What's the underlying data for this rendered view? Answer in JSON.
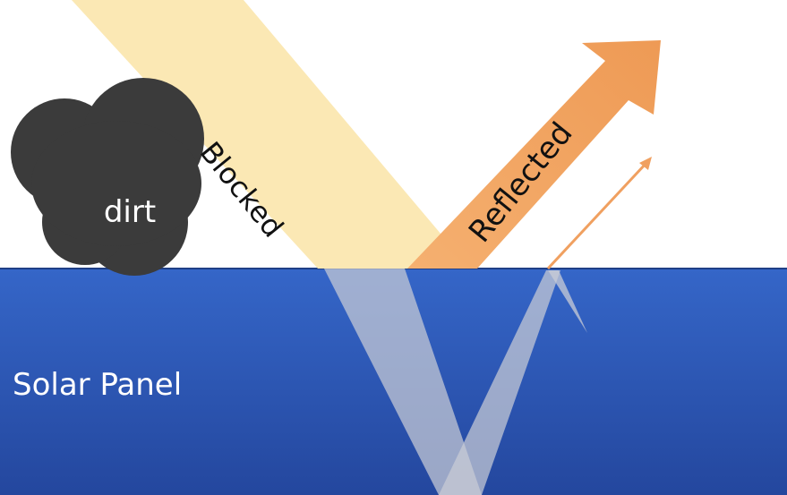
{
  "labels": {
    "dirt": "dirt",
    "blocked": "Blocked",
    "reflected": "Reflected",
    "solar_panel": "Solar Panel"
  },
  "colors": {
    "background": "#ffffff",
    "panel_top": "#3566c8",
    "panel_bottom": "#24479e",
    "sun_beam": "#fbe8b4",
    "reflected_arrow": "#f0a060",
    "dirt": "#3b3b3b",
    "refraction": "#c9ccd6",
    "panel_edge": "#1f3f86"
  }
}
